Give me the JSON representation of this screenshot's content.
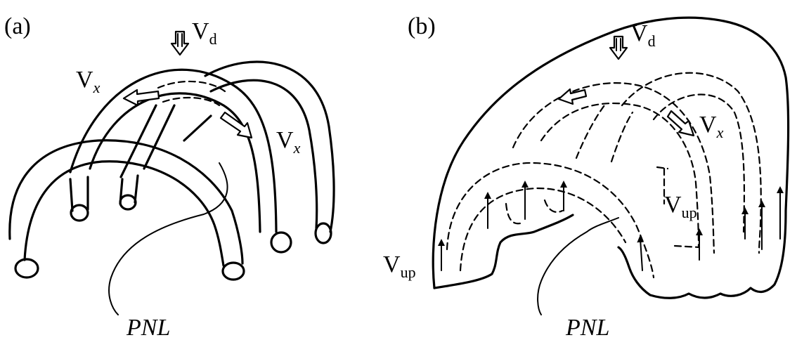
{
  "panel_a": {
    "tag": "(a)",
    "v_d": {
      "main": "V",
      "sub": "d"
    },
    "v_x_left": {
      "main": "V",
      "sub": "x"
    },
    "v_x_right": {
      "main": "V",
      "sub": "x"
    },
    "pnl": "PNL"
  },
  "panel_b": {
    "tag": "(b)",
    "v_d": {
      "main": "V",
      "sub": "d"
    },
    "v_x": {
      "main": "V",
      "sub": "x"
    },
    "v_up_right": {
      "main": "V",
      "sub": "up"
    },
    "v_up_left": {
      "main": "V",
      "sub": "up"
    },
    "pnl": "PNL"
  },
  "icons": {
    "down_arrow": "hollow-double-down-arrow",
    "flow_arrow": "hollow-flow-arrow",
    "up_arrow": "solid-up-arrow"
  }
}
